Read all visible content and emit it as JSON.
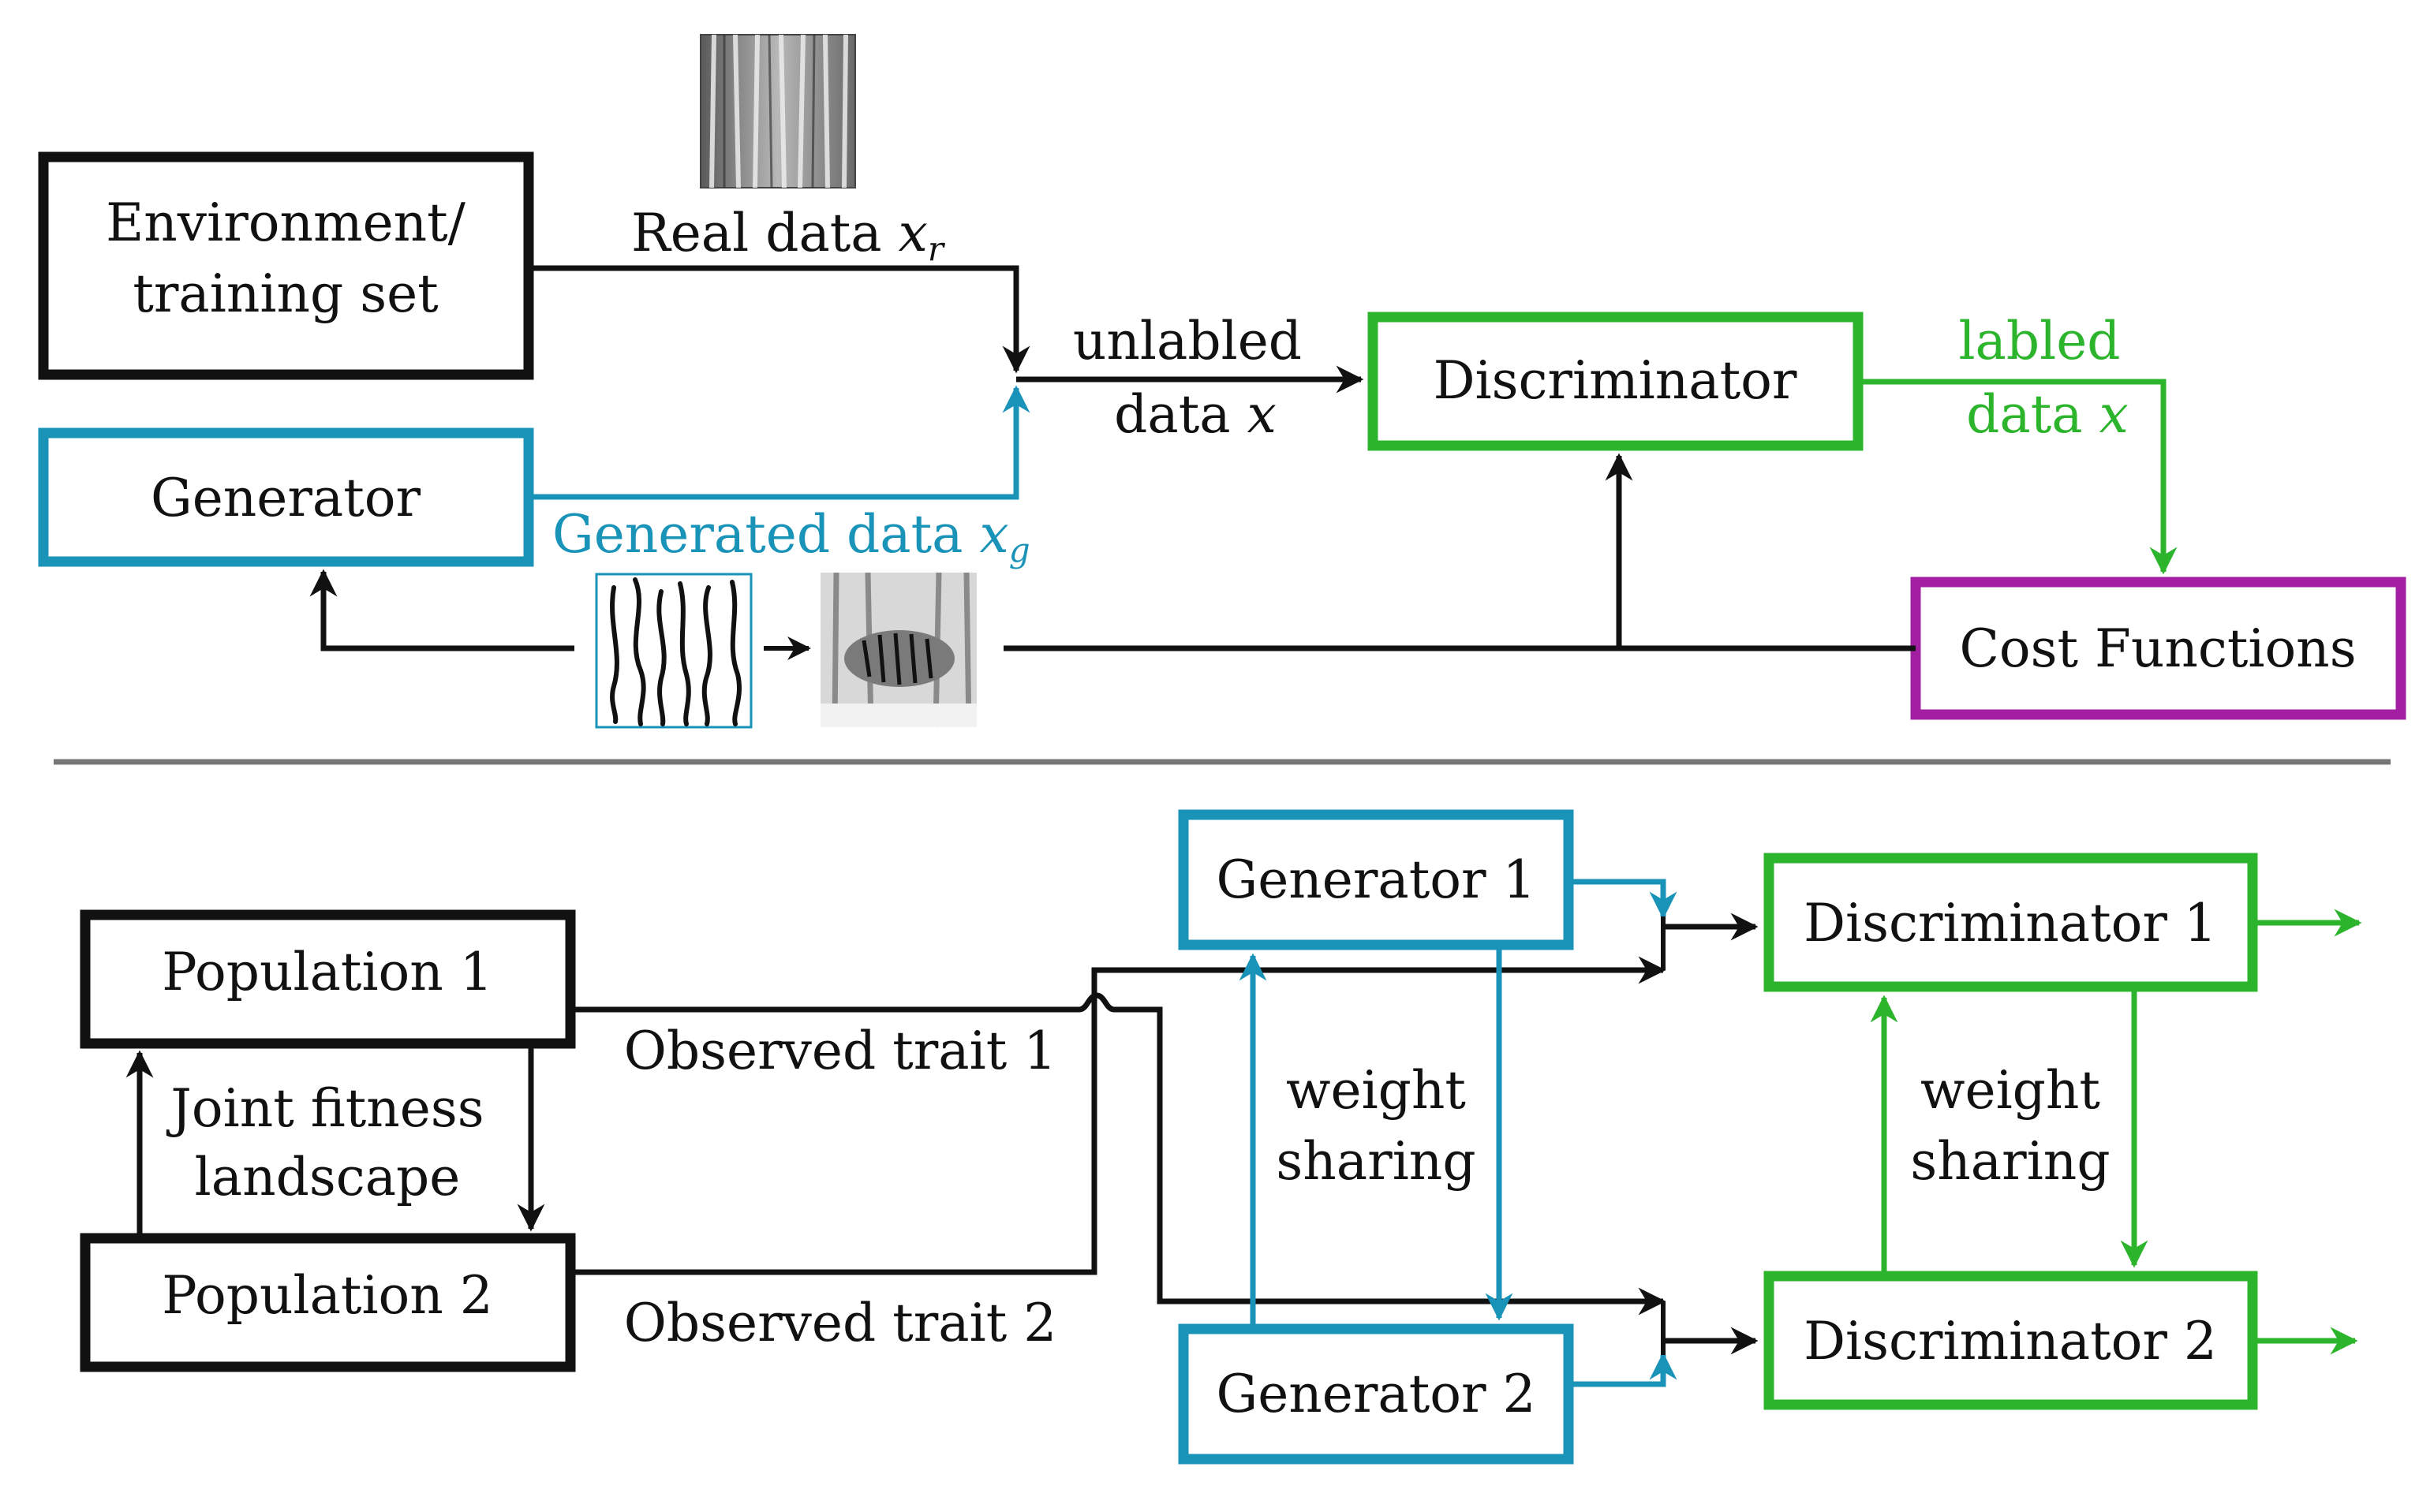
{
  "colors": {
    "black": "#111111",
    "blue": "#1a93b8",
    "green": "#2cb52c",
    "purple": "#a21fa2",
    "divider": "#777777"
  },
  "top": {
    "env_line1": "Environment/",
    "env_line2": "training set",
    "generator": "Generator",
    "discriminator": "Discriminator",
    "cost": "Cost Functions",
    "real_data": "Real data ",
    "real_var": "x",
    "real_sub": "r",
    "unlabled_1": "unlabled",
    "unlabled_2": "data ",
    "unlabled_var": "x",
    "labled_1": "labled",
    "labled_2": "data ",
    "labled_var": "x",
    "generated_data": "Generated data ",
    "gen_var": "x",
    "gen_sub": "g"
  },
  "bottom": {
    "pop1": "Population 1",
    "pop2": "Population 2",
    "joint_1": "Joint fitness",
    "joint_2": "landscape",
    "trait1": "Observed trait 1",
    "trait2": "Observed trait 2",
    "gen1": "Generator 1",
    "gen2": "Generator 2",
    "ws_gen_1": "weight",
    "ws_gen_2": "sharing",
    "disc1": "Discriminator 1",
    "disc2": "Discriminator 2",
    "ws_disc_1": "weight",
    "ws_disc_2": "sharing"
  }
}
